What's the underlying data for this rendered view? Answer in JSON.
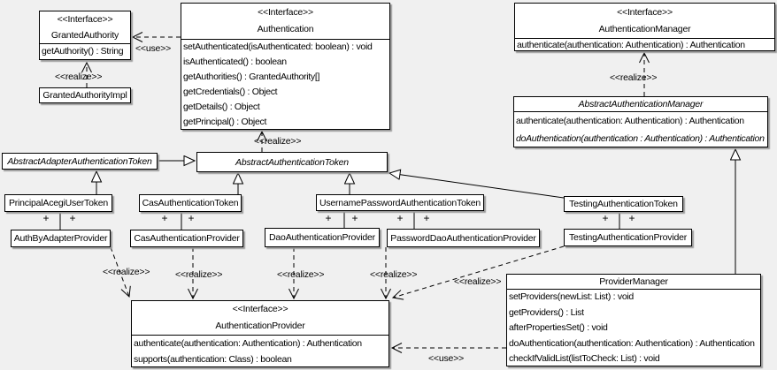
{
  "colors": {
    "background": "#f0f0f0",
    "box_fill": "#ffffff",
    "line": "#000000",
    "shadow": "#9a9a9a"
  },
  "labels": {
    "use": "<<use>>",
    "realize": "<<realize>>",
    "plus": "+"
  },
  "classes": {
    "granted_authority": {
      "stereotype": "<<Interface>>",
      "name": "GrantedAuthority",
      "methods": [
        "getAuthority() : String"
      ]
    },
    "granted_authority_impl": {
      "name": "GrantedAuthorityImpl"
    },
    "authentication": {
      "stereotype": "<<Interface>>",
      "name": "Authentication",
      "methods": [
        "setAuthenticated(isAuthenticated: boolean) : void",
        "isAuthenticated() : boolean",
        "getAuthorities() : GrantedAuthority[]",
        "getCredentials() : Object",
        "getDetails() : Object",
        "getPrincipal() : Object"
      ]
    },
    "authentication_manager": {
      "stereotype": "<<Interface>>",
      "name": "AuthenticationManager",
      "methods": [
        "authenticate(authentication: Authentication) : Authentication"
      ]
    },
    "abstract_authentication_manager": {
      "name": "AbstractAuthenticationManager",
      "methods": [
        "authenticate(authentication: Authentication) : Authentication",
        "doAuthentication(authentication : Authentication) : Authentication"
      ]
    },
    "abstract_adapter_authentication_token": {
      "name": "AbstractAdapterAuthenticationToken"
    },
    "abstract_authentication_token": {
      "name": "AbstractAuthenticationToken"
    },
    "principal_acegi_user_token": {
      "name": "PrincipalAcegiUserToken"
    },
    "cas_authentication_token": {
      "name": "CasAuthenticationToken"
    },
    "username_password_authentication_token": {
      "name": "UsernamePasswordAuthenticationToken"
    },
    "testing_authentication_token": {
      "name": "TestingAuthenticationToken"
    },
    "auth_by_adapter_provider": {
      "name": "AuthByAdapterProvider"
    },
    "cas_authentication_provider": {
      "name": "CasAuthenticationProvider"
    },
    "dao_authentication_provider": {
      "name": "DaoAuthenticationProvider"
    },
    "password_dao_authentication_provider": {
      "name": "PasswordDaoAuthenticationProvider"
    },
    "testing_authentication_provider": {
      "name": "TestingAuthenticationProvider"
    },
    "authentication_provider": {
      "stereotype": "<<Interface>>",
      "name": "AuthenticationProvider",
      "methods": [
        "authenticate(authentication: Authentication) : Authentication",
        "supports(authentication: Class) : boolean"
      ]
    },
    "provider_manager": {
      "name": "ProviderManager",
      "methods": [
        "setProviders(newList: List) : void",
        "getProviders() : List",
        "afterPropertiesSet() : void",
        "doAuthentication(authentication: Authentication) : Authentication",
        "checkIfValidList(listToCheck: List) : void"
      ]
    }
  }
}
